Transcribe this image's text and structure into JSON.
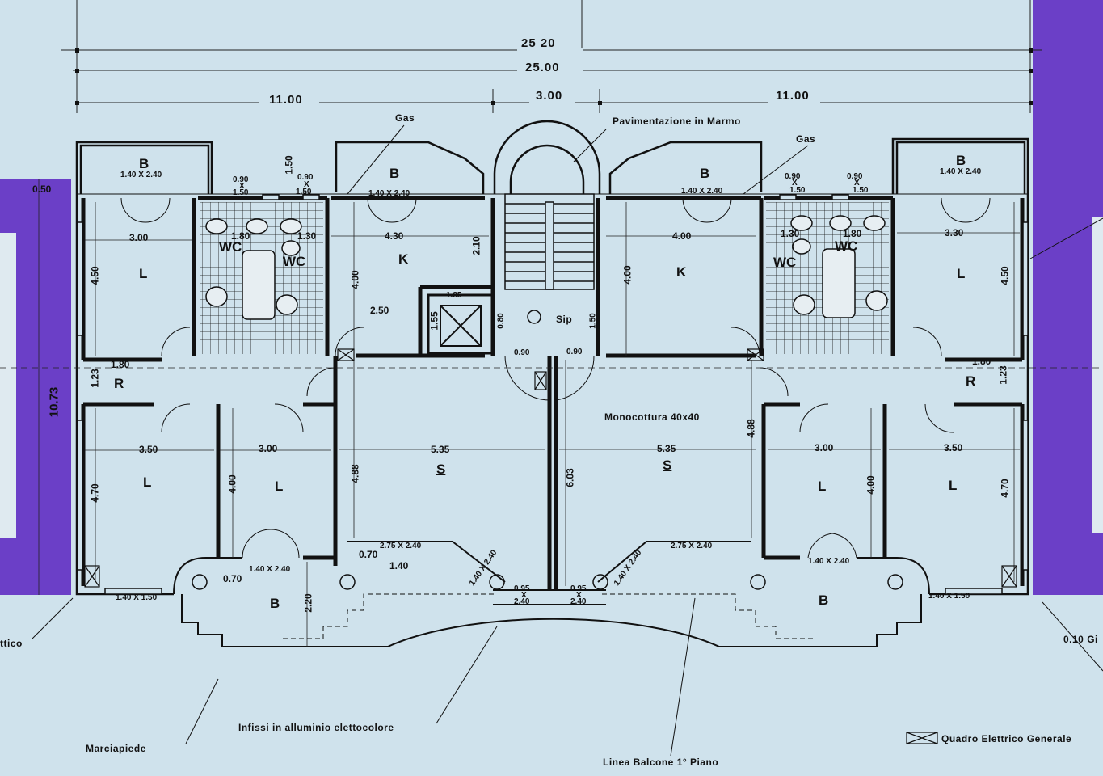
{
  "colors": {
    "background": "#cfe2ec",
    "frame": "#6b3fc7",
    "ink": "#111111",
    "fixture_fill": "#e7eef2"
  },
  "dimensions": {
    "overall_outer": "25 20",
    "overall": "25.00",
    "left_wing": "11.00",
    "stair_core": "3.00",
    "right_wing": "11.00",
    "height_total": "10.73",
    "top_offset": "0.50",
    "vent_top_left": "1.50"
  },
  "notes": {
    "paving": "Pavimentazione in Marmo",
    "tiles": "Monocottura 40x40",
    "gas_left": "Gas",
    "gas_right": "Gas",
    "frames": "Infissi in alluminio elettocolore",
    "sidewalk": "Marciapiede",
    "balcony_line": "Linea Balcone 1° Piano",
    "panel_legend": "Quadro Elettrico Generale",
    "electric_cut": "ttico",
    "right_cut": "0.10 Gi",
    "sip": "Sip"
  },
  "rooms": {
    "balcony": "B",
    "living": "L",
    "kitchen": "K",
    "bath": "WC",
    "storage": "R",
    "salon": "S"
  },
  "room_dims": {
    "win_140x240": "1.40 X 2.40",
    "win_140x150": "1.40 X 1.50",
    "win_275x240": "2.75 X 2.40",
    "w090": "0.90",
    "x": "X",
    "h150": "1.50",
    "d300": "3.00",
    "d180": "1.80",
    "d130": "1.30",
    "d430": "4.30",
    "d400": "4.00",
    "d330": "3.30",
    "d450": "4.50",
    "d210": "2.10",
    "d250": "2.50",
    "d155": "1.55",
    "d185": "1.85",
    "d080": "0.80",
    "d123": "1.23",
    "d350": "3.50",
    "d535": "5.35",
    "d488": "4.88",
    "d470": "4.70",
    "d603": "6.03",
    "d070": "0.70",
    "d140": "1.40",
    "d220": "2.20",
    "d095": "0.95",
    "d240": "2.40"
  }
}
